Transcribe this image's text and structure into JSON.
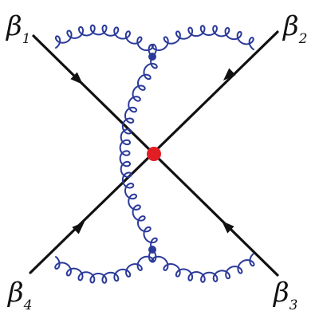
{
  "colors": {
    "line": "#111111",
    "gluon": "#2b3a9a",
    "vertex": "#2b3a9a",
    "central_vertex": "#e01e24"
  },
  "labels": [
    {
      "id": "b1",
      "symbol": "β",
      "sub": "1"
    },
    {
      "id": "b2",
      "symbol": "β",
      "sub": "2"
    },
    {
      "id": "b3",
      "symbol": "β",
      "sub": "3"
    },
    {
      "id": "b4",
      "symbol": "β",
      "sub": "4"
    }
  ]
}
